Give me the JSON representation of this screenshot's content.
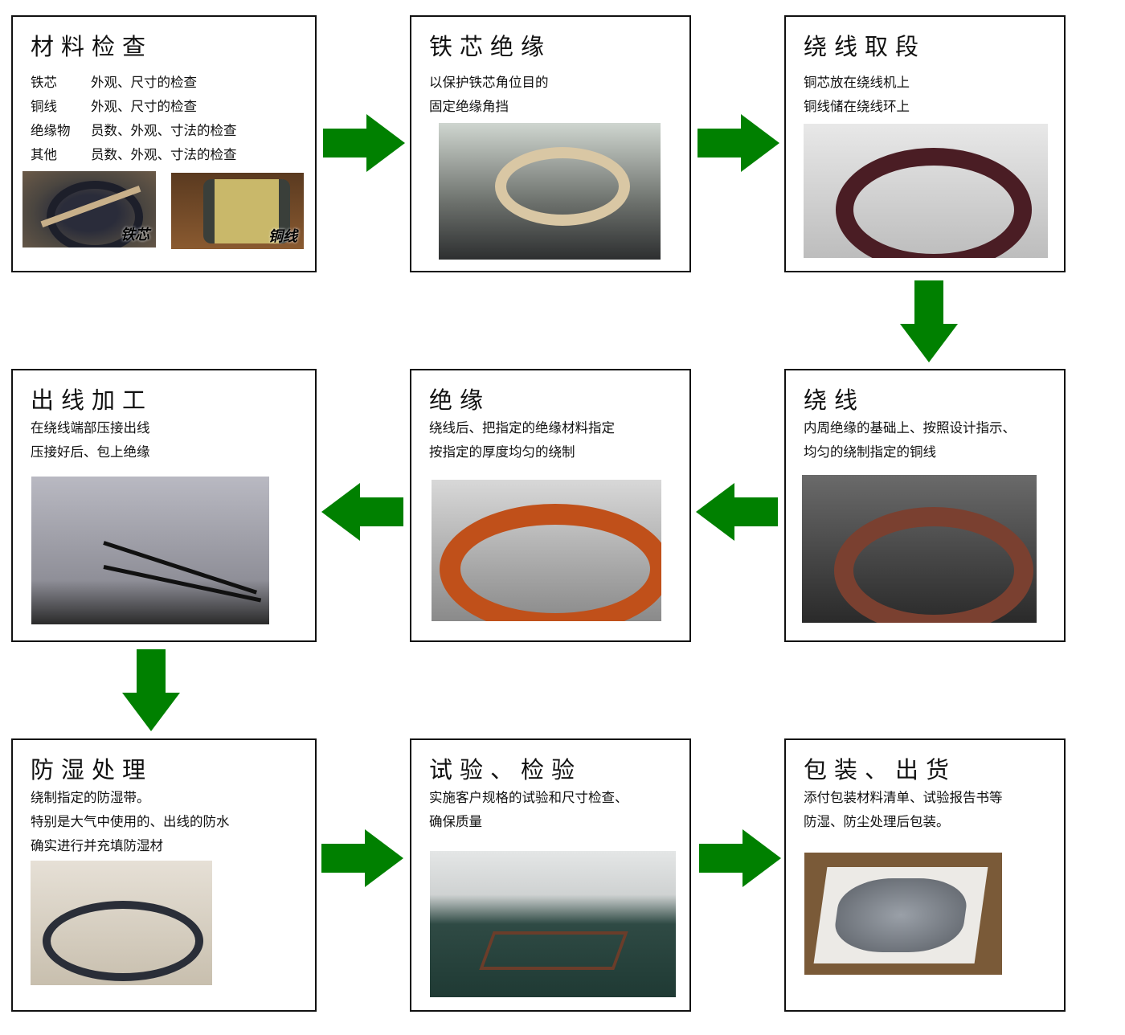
{
  "steps": [
    {
      "title": "材料检查",
      "rows": [
        [
          "铁芯",
          "外观、尺寸的检查"
        ],
        [
          "铜线",
          "外观、尺寸的检查"
        ],
        [
          "绝缘物",
          "员数、外观、寸法的检查"
        ],
        [
          "其他",
          "员数、外观、寸法的检查"
        ]
      ],
      "photo_labels": [
        "铁芯",
        "铜线"
      ]
    },
    {
      "title": "铁芯绝缘",
      "lines": [
        "以保护铁芯角位目的",
        "固定绝缘角挡"
      ]
    },
    {
      "title": "绕线取段",
      "lines": [
        "铜芯放在绕线机上",
        "铜线储在绕线环上"
      ]
    },
    {
      "title": "绕线",
      "lines": [
        "内周绝缘的基础上、按照设计指示、",
        "均匀的绕制指定的铜线"
      ]
    },
    {
      "title": "绝缘",
      "lines": [
        "绕线后、把指定的绝缘材料指定",
        "按指定的厚度均匀的绕制"
      ]
    },
    {
      "title": "出线加工",
      "lines": [
        "在绕线端部压接出线",
        "压接好后、包上绝缘"
      ]
    },
    {
      "title": "防湿处理",
      "lines": [
        "绕制指定的防湿带。",
        "特别是大气中使用的、出线的防水",
        "确实进行并充填防湿材"
      ]
    },
    {
      "title": "试验、检验",
      "lines": [
        "实施客户规格的试验和尺寸检查、",
        "确保质量"
      ]
    },
    {
      "title": "包装、出货",
      "lines": [
        "添付包装材料清单、试验报告书等",
        "防湿、防尘处理后包装。"
      ]
    }
  ],
  "colors": {
    "arrow": "#008000",
    "border": "#111111"
  }
}
